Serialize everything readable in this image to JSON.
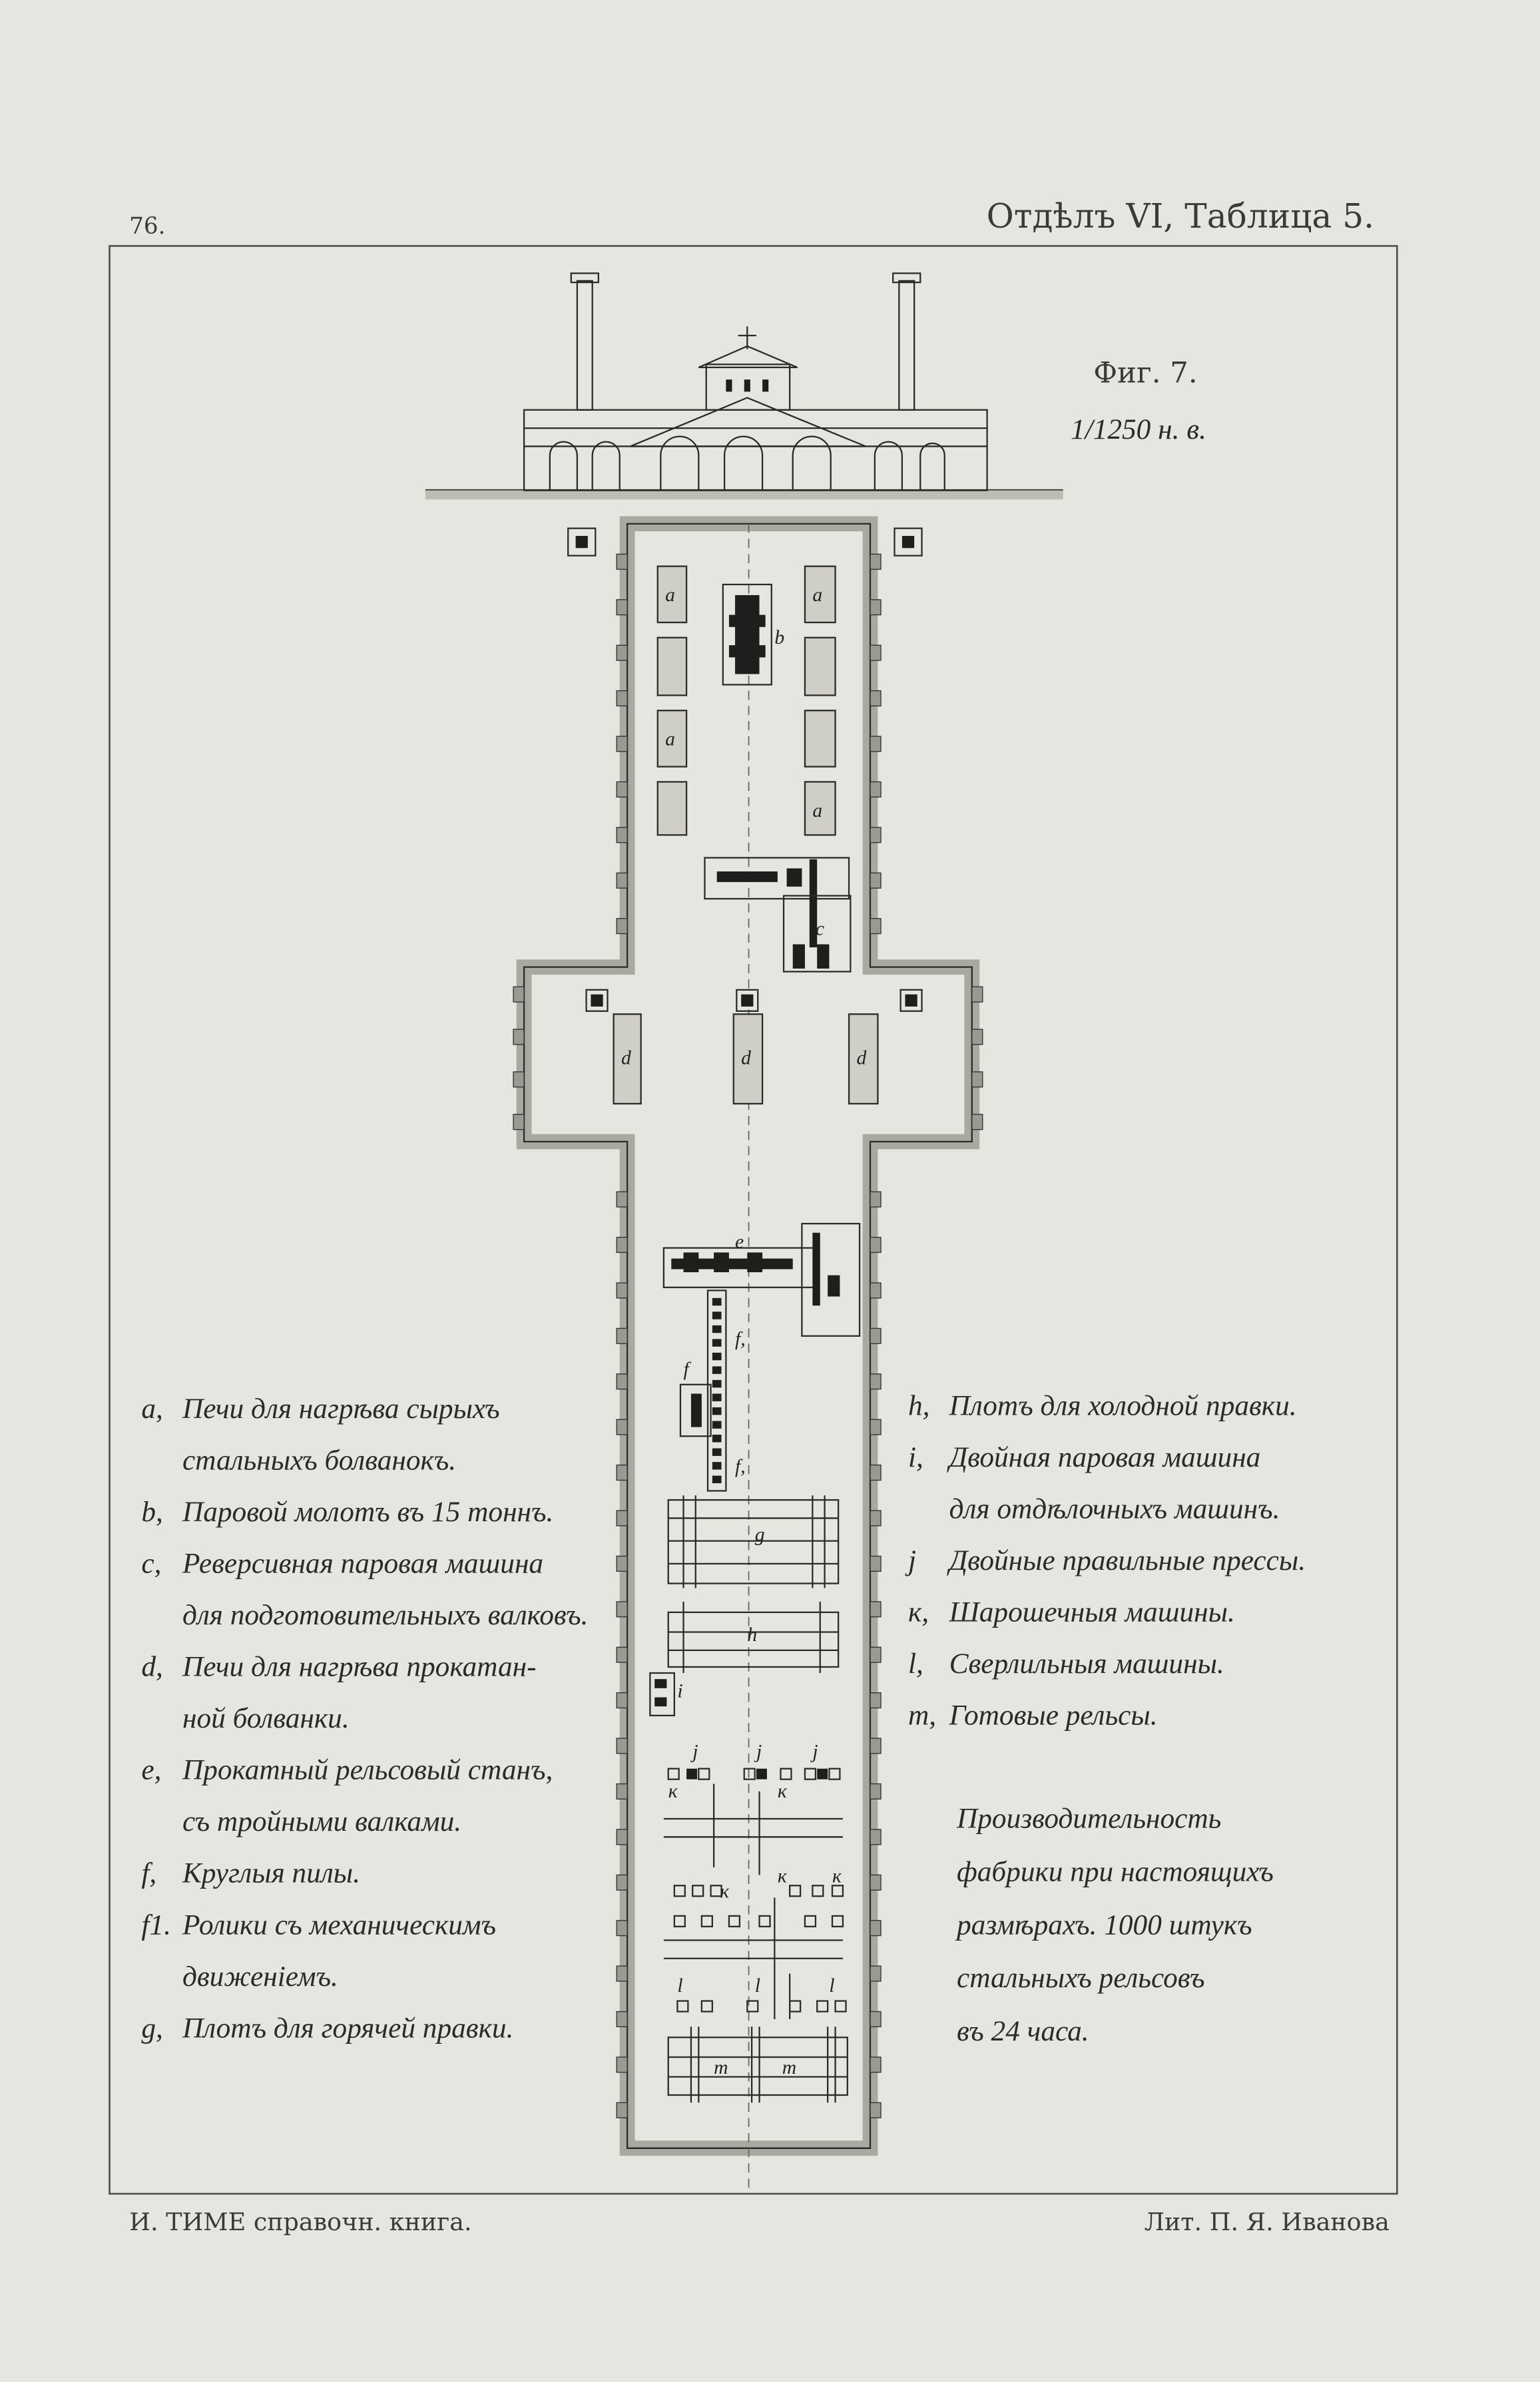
{
  "header": {
    "page_number": "76.",
    "section_title": "Отдѣлъ VI, Таблица 5."
  },
  "figure": {
    "label": "Фиг. 7.",
    "scale": "1/1250 н. в."
  },
  "plan_labels": {
    "a": "a",
    "b": "b",
    "c": "c",
    "d": "d",
    "e": "e",
    "f": "f",
    "f1": "f,",
    "g": "g",
    "h": "h",
    "i": "i",
    "j": "j",
    "k": "к",
    "l": "l",
    "m": "m"
  },
  "legend_left": [
    {
      "key": "a,",
      "lines": [
        "Печи для нагрѣва сырыхъ",
        "стальныхъ болванокъ."
      ]
    },
    {
      "key": "b,",
      "lines": [
        "Паровой молотъ въ 15 тоннъ."
      ]
    },
    {
      "key": "c,",
      "lines": [
        "Реверсивная паровая машина",
        "для подготовительныхъ валковъ."
      ]
    },
    {
      "key": "d,",
      "lines": [
        "Печи для нагрѣва прокатан-",
        "ной болванки."
      ]
    },
    {
      "key": "e,",
      "lines": [
        "Прокатный рельсовый станъ,",
        "съ тройными валками."
      ]
    },
    {
      "key": "f,",
      "lines": [
        "Круглыя пилы."
      ]
    },
    {
      "key": "f1.",
      "lines": [
        "Ролики съ механическимъ",
        "движеніемъ."
      ]
    },
    {
      "key": "g,",
      "lines": [
        "Плотъ для горячей правки."
      ]
    }
  ],
  "legend_right": [
    {
      "key": "h,",
      "lines": [
        "Плотъ для холодной правки."
      ]
    },
    {
      "key": "i,",
      "lines": [
        "Двойная паровая машина",
        "для отдѣлочныхъ машинъ."
      ]
    },
    {
      "key": "j",
      "lines": [
        "Двойные правильные прессы."
      ]
    },
    {
      "key": "к,",
      "lines": [
        "Шарошечныя машины."
      ]
    },
    {
      "key": "l,",
      "lines": [
        "Сверлильныя машины."
      ]
    },
    {
      "key": "m,",
      "lines": [
        "Готовые рельсы."
      ]
    }
  ],
  "production_note": [
    "Производительность",
    "фабрики при настоящихъ",
    "размѣрахъ. 1000 штукъ",
    "стальныхъ рельсовъ",
    "въ 24 часа."
  ],
  "footer": {
    "left": "И. ТИМЕ справочн. книга.",
    "right": "Лит. П. Я. Иванова"
  }
}
